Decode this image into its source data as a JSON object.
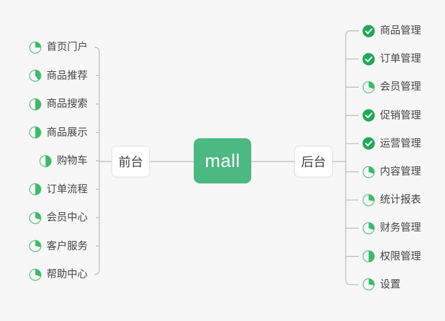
{
  "diagram": {
    "type": "mind-map",
    "background": "#f7f7f7",
    "root": {
      "label": "mall",
      "color": "#4CB882",
      "text_color": "#ffffff"
    },
    "branches": [
      {
        "label": "前台",
        "side": "left"
      },
      {
        "label": "后台",
        "side": "right"
      }
    ],
    "colors": {
      "pie_green": "#3DB96B",
      "pie_ring": "#6FC88E",
      "check_green": "#22A956",
      "line": "#b9b9b9",
      "text": "#444444",
      "node_border": "#e2e2e2"
    },
    "left_items": [
      {
        "label": "首页门户",
        "icon": "pie-icon",
        "progress": 25
      },
      {
        "label": "商品推荐",
        "icon": "pie-icon",
        "progress": 40
      },
      {
        "label": "商品搜索",
        "icon": "pie-icon",
        "progress": 50
      },
      {
        "label": "商品展示",
        "icon": "pie-icon",
        "progress": 50
      },
      {
        "label": "购物车",
        "icon": "pie-icon",
        "progress": 50
      },
      {
        "label": "订单流程",
        "icon": "pie-icon",
        "progress": 50
      },
      {
        "label": "会员中心",
        "icon": "pie-icon",
        "progress": 30
      },
      {
        "label": "客户服务",
        "icon": "pie-icon",
        "progress": 28
      },
      {
        "label": "帮助中心",
        "icon": "pie-icon",
        "progress": 30
      }
    ],
    "right_items": [
      {
        "label": "商品管理",
        "icon": "check-circle-icon",
        "progress": 100
      },
      {
        "label": "订单管理",
        "icon": "check-circle-icon",
        "progress": 100
      },
      {
        "label": "会员管理",
        "icon": "pie-icon",
        "progress": 30
      },
      {
        "label": "促销管理",
        "icon": "check-circle-icon",
        "progress": 100
      },
      {
        "label": "运营管理",
        "icon": "check-circle-icon",
        "progress": 100
      },
      {
        "label": "内容管理",
        "icon": "pie-icon",
        "progress": 30
      },
      {
        "label": "统计报表",
        "icon": "pie-icon",
        "progress": 28
      },
      {
        "label": "财务管理",
        "icon": "pie-icon",
        "progress": 30
      },
      {
        "label": "权限管理",
        "icon": "pie-icon",
        "progress": 50
      },
      {
        "label": "设置",
        "icon": "pie-icon",
        "progress": 28
      }
    ]
  }
}
